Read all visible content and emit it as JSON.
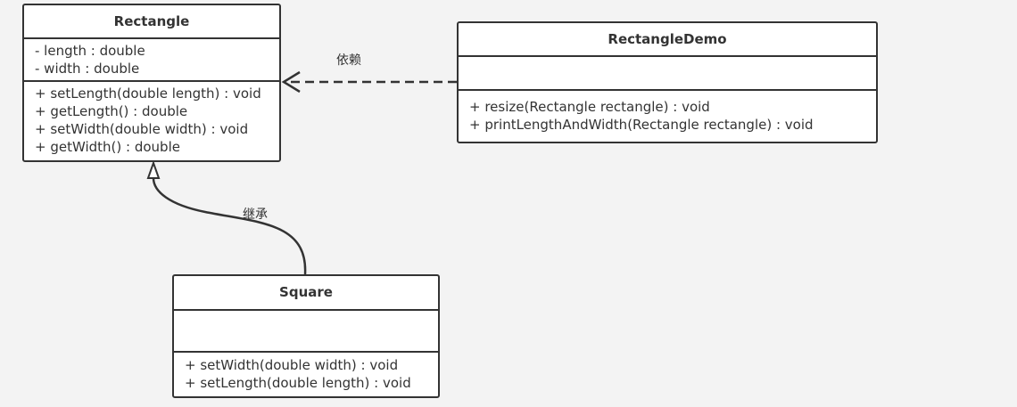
{
  "classes": {
    "rectangle": {
      "name": "Rectangle",
      "attributes": [
        "- length : double",
        "- width : double"
      ],
      "methods": [
        "+ setLength(double length) : void",
        "+ getLength() : double",
        "+ setWidth(double width) : void",
        "+ getWidth() : double"
      ]
    },
    "rectangle_demo": {
      "name": "RectangleDemo",
      "attributes": [],
      "methods": [
        "+ resize(Rectangle rectangle) : void",
        "+ printLengthAndWidth(Rectangle rectangle) : void"
      ]
    },
    "square": {
      "name": "Square",
      "attributes": [],
      "methods": [
        "+ setWidth(double width) : void",
        "+ setLength(double length) : void"
      ]
    }
  },
  "relations": {
    "dependency_label": "依赖",
    "inheritance_label": "继承"
  },
  "colors": {
    "background": "#f3f3f3",
    "stroke": "#333333",
    "box_fill": "#ffffff"
  }
}
